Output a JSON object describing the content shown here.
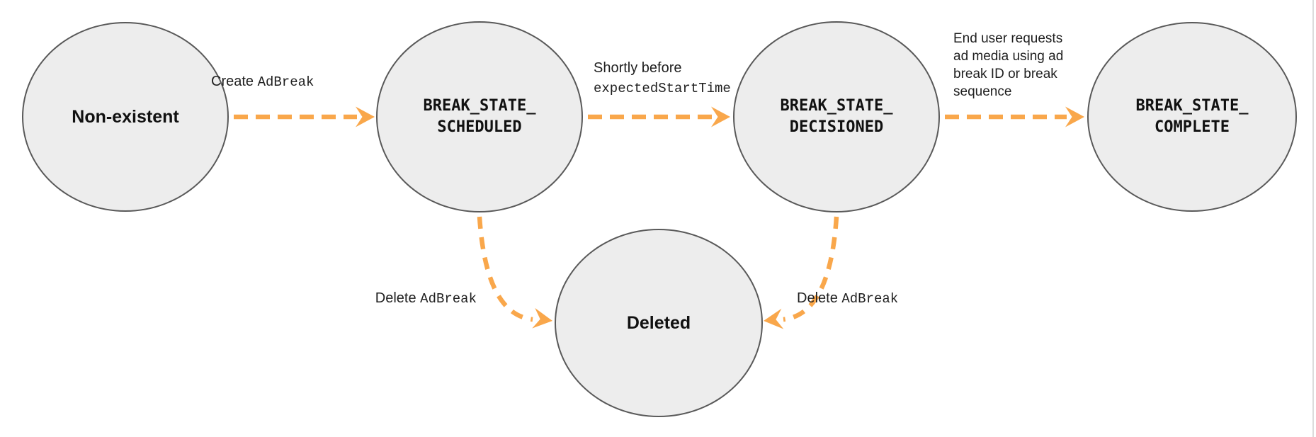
{
  "colors": {
    "arrow": "#F9A74B",
    "node_fill": "#EDEDED",
    "node_border": "#595959",
    "text": "#1F1F1F",
    "frame_line": "#DCDCDC"
  },
  "nodes": {
    "non_existent": {
      "label": "Non-existent"
    },
    "scheduled": {
      "line1": "BREAK_STATE_",
      "line2": "SCHEDULED"
    },
    "decisioned": {
      "line1": "BREAK_STATE_",
      "line2": "DECISIONED"
    },
    "complete": {
      "line1": "BREAK_STATE_",
      "line2": "COMPLETE"
    },
    "deleted": {
      "label": "Deleted"
    }
  },
  "edges": {
    "create_adbreak": {
      "parts": [
        {
          "text": "Create ",
          "mono": false
        },
        {
          "text": "AdBreak",
          "mono": true
        }
      ]
    },
    "shortly_before": {
      "parts": [
        {
          "text": "Shortly before\n",
          "mono": false
        },
        {
          "text": "expectedStartTime",
          "mono": true
        }
      ]
    },
    "end_user_request": {
      "parts": [
        {
          "text": "End user requests ad media using ad break ID or break sequence",
          "mono": false
        }
      ]
    },
    "delete_adbreak_left": {
      "parts": [
        {
          "text": "Delete ",
          "mono": false
        },
        {
          "text": "AdBreak",
          "mono": true
        }
      ]
    },
    "delete_adbreak_right": {
      "parts": [
        {
          "text": "Delete ",
          "mono": false
        },
        {
          "text": "AdBreak",
          "mono": true
        }
      ]
    }
  }
}
